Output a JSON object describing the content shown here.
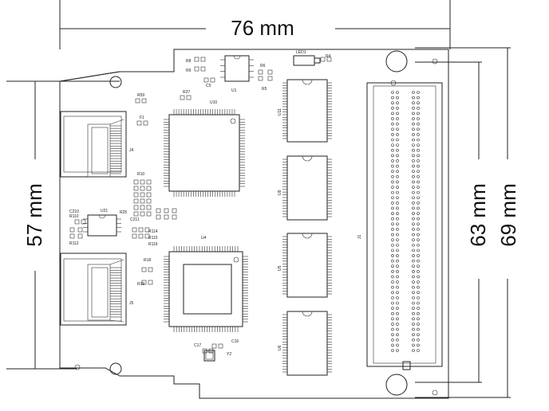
{
  "dimensions": {
    "width_label": "76 mm",
    "height_left_label": "57 mm",
    "height_right_inner_label": "63 mm",
    "height_right_outer_label": "69 mm"
  },
  "components": {
    "j4": "J4",
    "j5": "J5",
    "j1": "J1",
    "u10": "U10",
    "u4": "U4",
    "u1": "U1",
    "u11": "U11",
    "u21": "U21",
    "u9": "U9",
    "u5": "U5",
    "u6": "U6",
    "y2": "Y2",
    "led1": "LED1",
    "r59": "R59",
    "r37": "R37",
    "r8": "R8",
    "r9": "R9",
    "r6": "R6",
    "r5": "R5",
    "r4": "R4",
    "c5": "C5",
    "f1": "F1",
    "r10": "R10",
    "c210": "C210",
    "r110": "R110",
    "r112": "R112",
    "r25": "R25",
    "c211": "C211",
    "r114": "R114",
    "r115": "R115",
    "r116": "R116",
    "r18": "R18",
    "r19": "R19",
    "c17": "C17",
    "c16": "C16"
  },
  "colors": {
    "line": "#222222",
    "background": "#ffffff"
  }
}
